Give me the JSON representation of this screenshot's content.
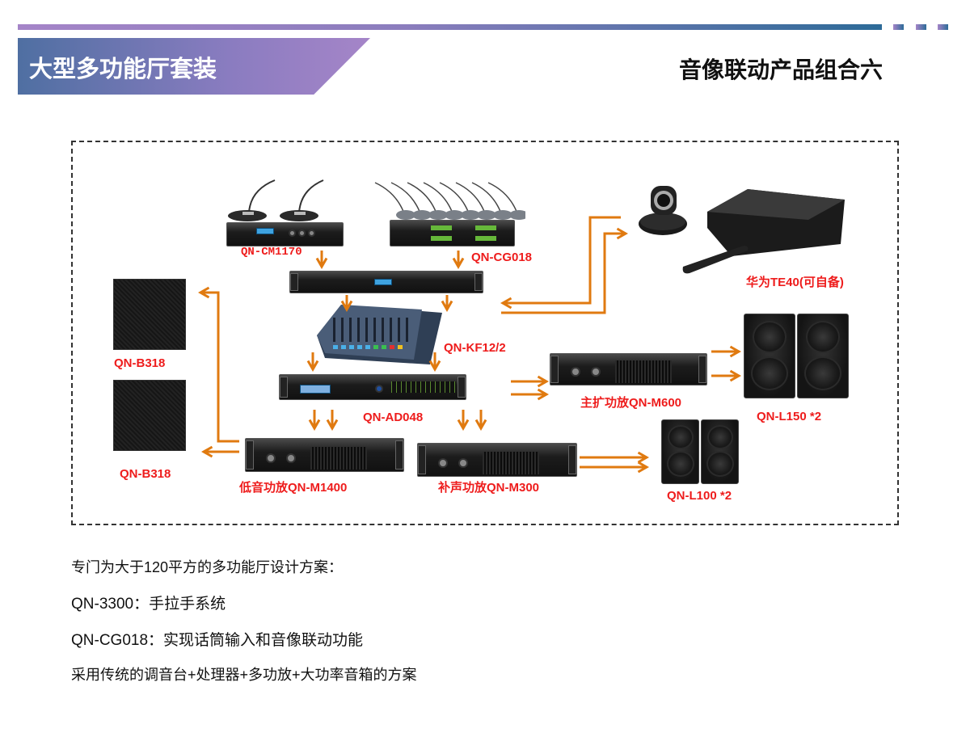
{
  "header": {
    "title": "大型多功能厅套装",
    "subtitle": "音像联动产品组合六",
    "accent_colors": {
      "bar_start": "#a585c8",
      "bar_end": "#2d6b98",
      "label_red": "#ee1c1c",
      "arrow_orange": "#e07a10"
    }
  },
  "diagram": {
    "devices": {
      "cm1170": {
        "label": "QN-CM1170",
        "icon": "conference-controller-icon"
      },
      "cg018": {
        "label": "QN-CG018",
        "icon": "wireless-mic-receiver-icon"
      },
      "processor": {
        "label": "",
        "icon": "feedback-suppressor-icon"
      },
      "te40": {
        "label": "华为TE40(可自备)",
        "icon": "video-conference-terminal-icon"
      },
      "kf12": {
        "label": "QN-KF12/2",
        "icon": "mixer-console-icon"
      },
      "ad048": {
        "label": "QN-AD048",
        "icon": "audio-processor-icon"
      },
      "m600": {
        "label": "主扩功放QN-M600",
        "icon": "power-amplifier-icon"
      },
      "l150": {
        "label": "QN-L150 *2",
        "icon": "speaker-pair-icon"
      },
      "b318_top": {
        "label": "QN-B318",
        "icon": "subwoofer-icon"
      },
      "b318_bottom": {
        "label": "QN-B318",
        "icon": "subwoofer-icon"
      },
      "m1400": {
        "label": "低音功放QN-M1400",
        "icon": "power-amplifier-icon"
      },
      "m300": {
        "label": "补声功放QN-M300",
        "icon": "power-amplifier-icon"
      },
      "l100": {
        "label": "QN-L100 *2",
        "icon": "speaker-pair-icon"
      }
    }
  },
  "description": {
    "lines": [
      "专门为大于120平方的多功能厅设计方案：",
      "QN-3300：手拉手系统",
      "QN-CG018：实现话筒输入和音像联动功能",
      "采用传统的调音台+处理器+多功放+大功率音箱的方案"
    ]
  }
}
